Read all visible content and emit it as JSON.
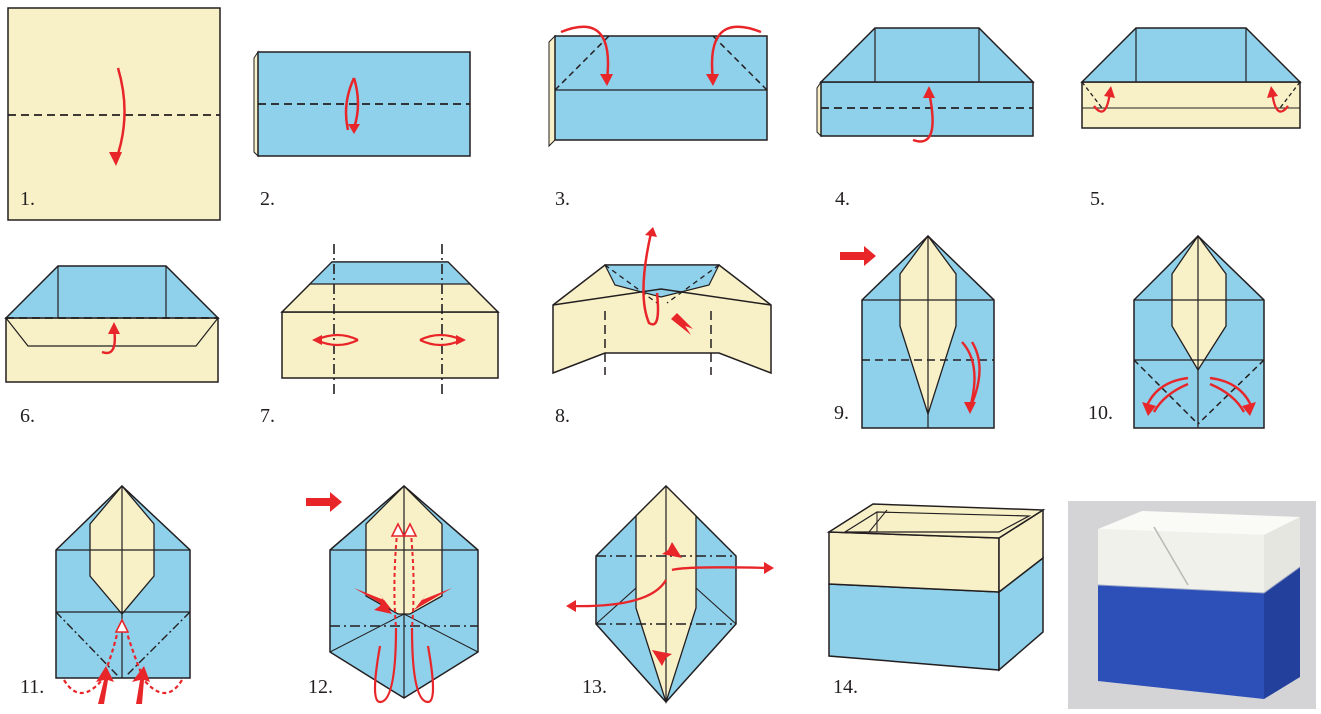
{
  "colors": {
    "paper": "#f8f1c8",
    "blue": "#8fd0ea",
    "line": "#231f20",
    "arrow": "#e8262a",
    "photo_bg": "#d4d4d6",
    "photo_blue": "#2c4fb8",
    "photo_white": "#f1f1ec"
  },
  "steps": [
    {
      "label": "1."
    },
    {
      "label": "2."
    },
    {
      "label": "3."
    },
    {
      "label": "4."
    },
    {
      "label": "5."
    },
    {
      "label": "6."
    },
    {
      "label": "7."
    },
    {
      "label": "8."
    },
    {
      "label": "9."
    },
    {
      "label": "10."
    },
    {
      "label": "11."
    },
    {
      "label": "12."
    },
    {
      "label": "13."
    },
    {
      "label": "14."
    }
  ]
}
